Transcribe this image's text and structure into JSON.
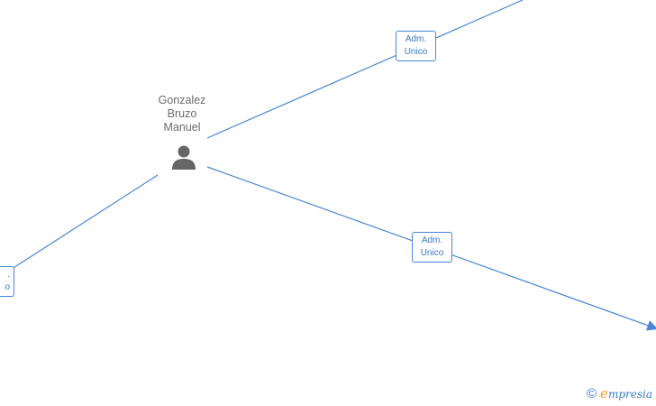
{
  "person": {
    "name": "Gonzalez\nBruzo\nManuel",
    "icon": "person-icon"
  },
  "relations": [
    {
      "id": "top",
      "label": "Adm.\nUnico"
    },
    {
      "id": "right",
      "label": "Adm.\nUnico"
    },
    {
      "id": "left",
      "label": ".\no"
    }
  ],
  "footer": {
    "copyright": "©",
    "brand_initial": "e",
    "brand_rest": "mpresia"
  },
  "colors": {
    "edge": "#4a86d4",
    "text": "#6b6b6b",
    "brand_accent": "#f0a020"
  }
}
